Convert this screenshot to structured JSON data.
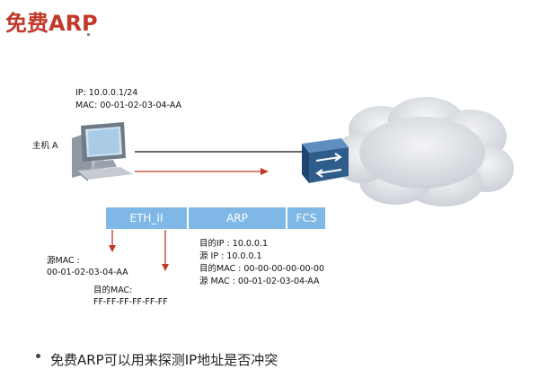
{
  "title": "免费ARP",
  "host": {
    "label": "主机 A",
    "ip_line": "IP:   10.0.0.1/24",
    "mac_line": "MAC: 00-01-02-03-04-AA"
  },
  "frame_fields": [
    "ETH_II",
    "ARP",
    "FCS"
  ],
  "eth_fields": {
    "src_label": "源MAC :",
    "src_value": "00-01-02-03-04-AA",
    "dst_label": "目的MAC:",
    "dst_value": "FF-FF-FF-FF-FF-FF"
  },
  "arp_fields": [
    "目的IP : 10.0.0.1",
    "源    IP :  10.0.0.1",
    "目的MAC : 00-00-00-00-00-00",
    "源    MAC : 00-01-02-03-04-AA"
  ],
  "bullet_text": "免费ARP可以用来探测IP地址是否冲突",
  "colors": {
    "title": "#c0392b",
    "arrow": "#c0392b",
    "frame": "#7fb7e6",
    "cloud": "#d0d4da",
    "switch": "#2e5d8c"
  },
  "icons": [
    "pc-icon",
    "switch-icon",
    "cloud-icon"
  ]
}
